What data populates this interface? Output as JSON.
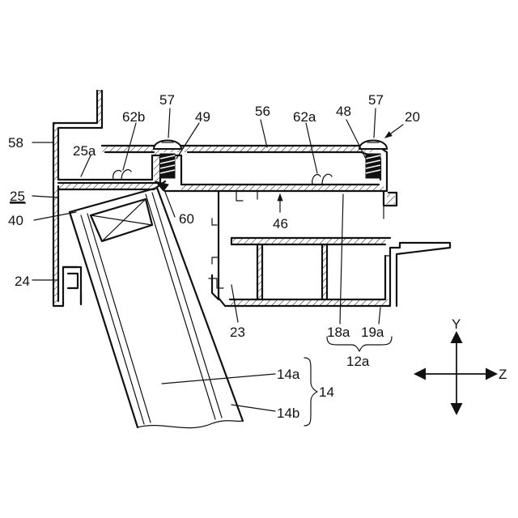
{
  "labels": {
    "l57a": "57",
    "l57b": "57",
    "l56": "56",
    "l62b": "62b",
    "l49": "49",
    "l62a": "62a",
    "l48": "48",
    "l20": "20",
    "l58": "58",
    "l25a": "25a",
    "l25": "25",
    "l40": "40",
    "l60": "60",
    "l46": "46",
    "l24": "24",
    "l23": "23",
    "l18a": "18a",
    "l19a": "19a",
    "l12a": "12a",
    "l14a": "14a",
    "l14b": "14b",
    "l14": "14",
    "axisY": "Y",
    "axisZ": "Z"
  }
}
